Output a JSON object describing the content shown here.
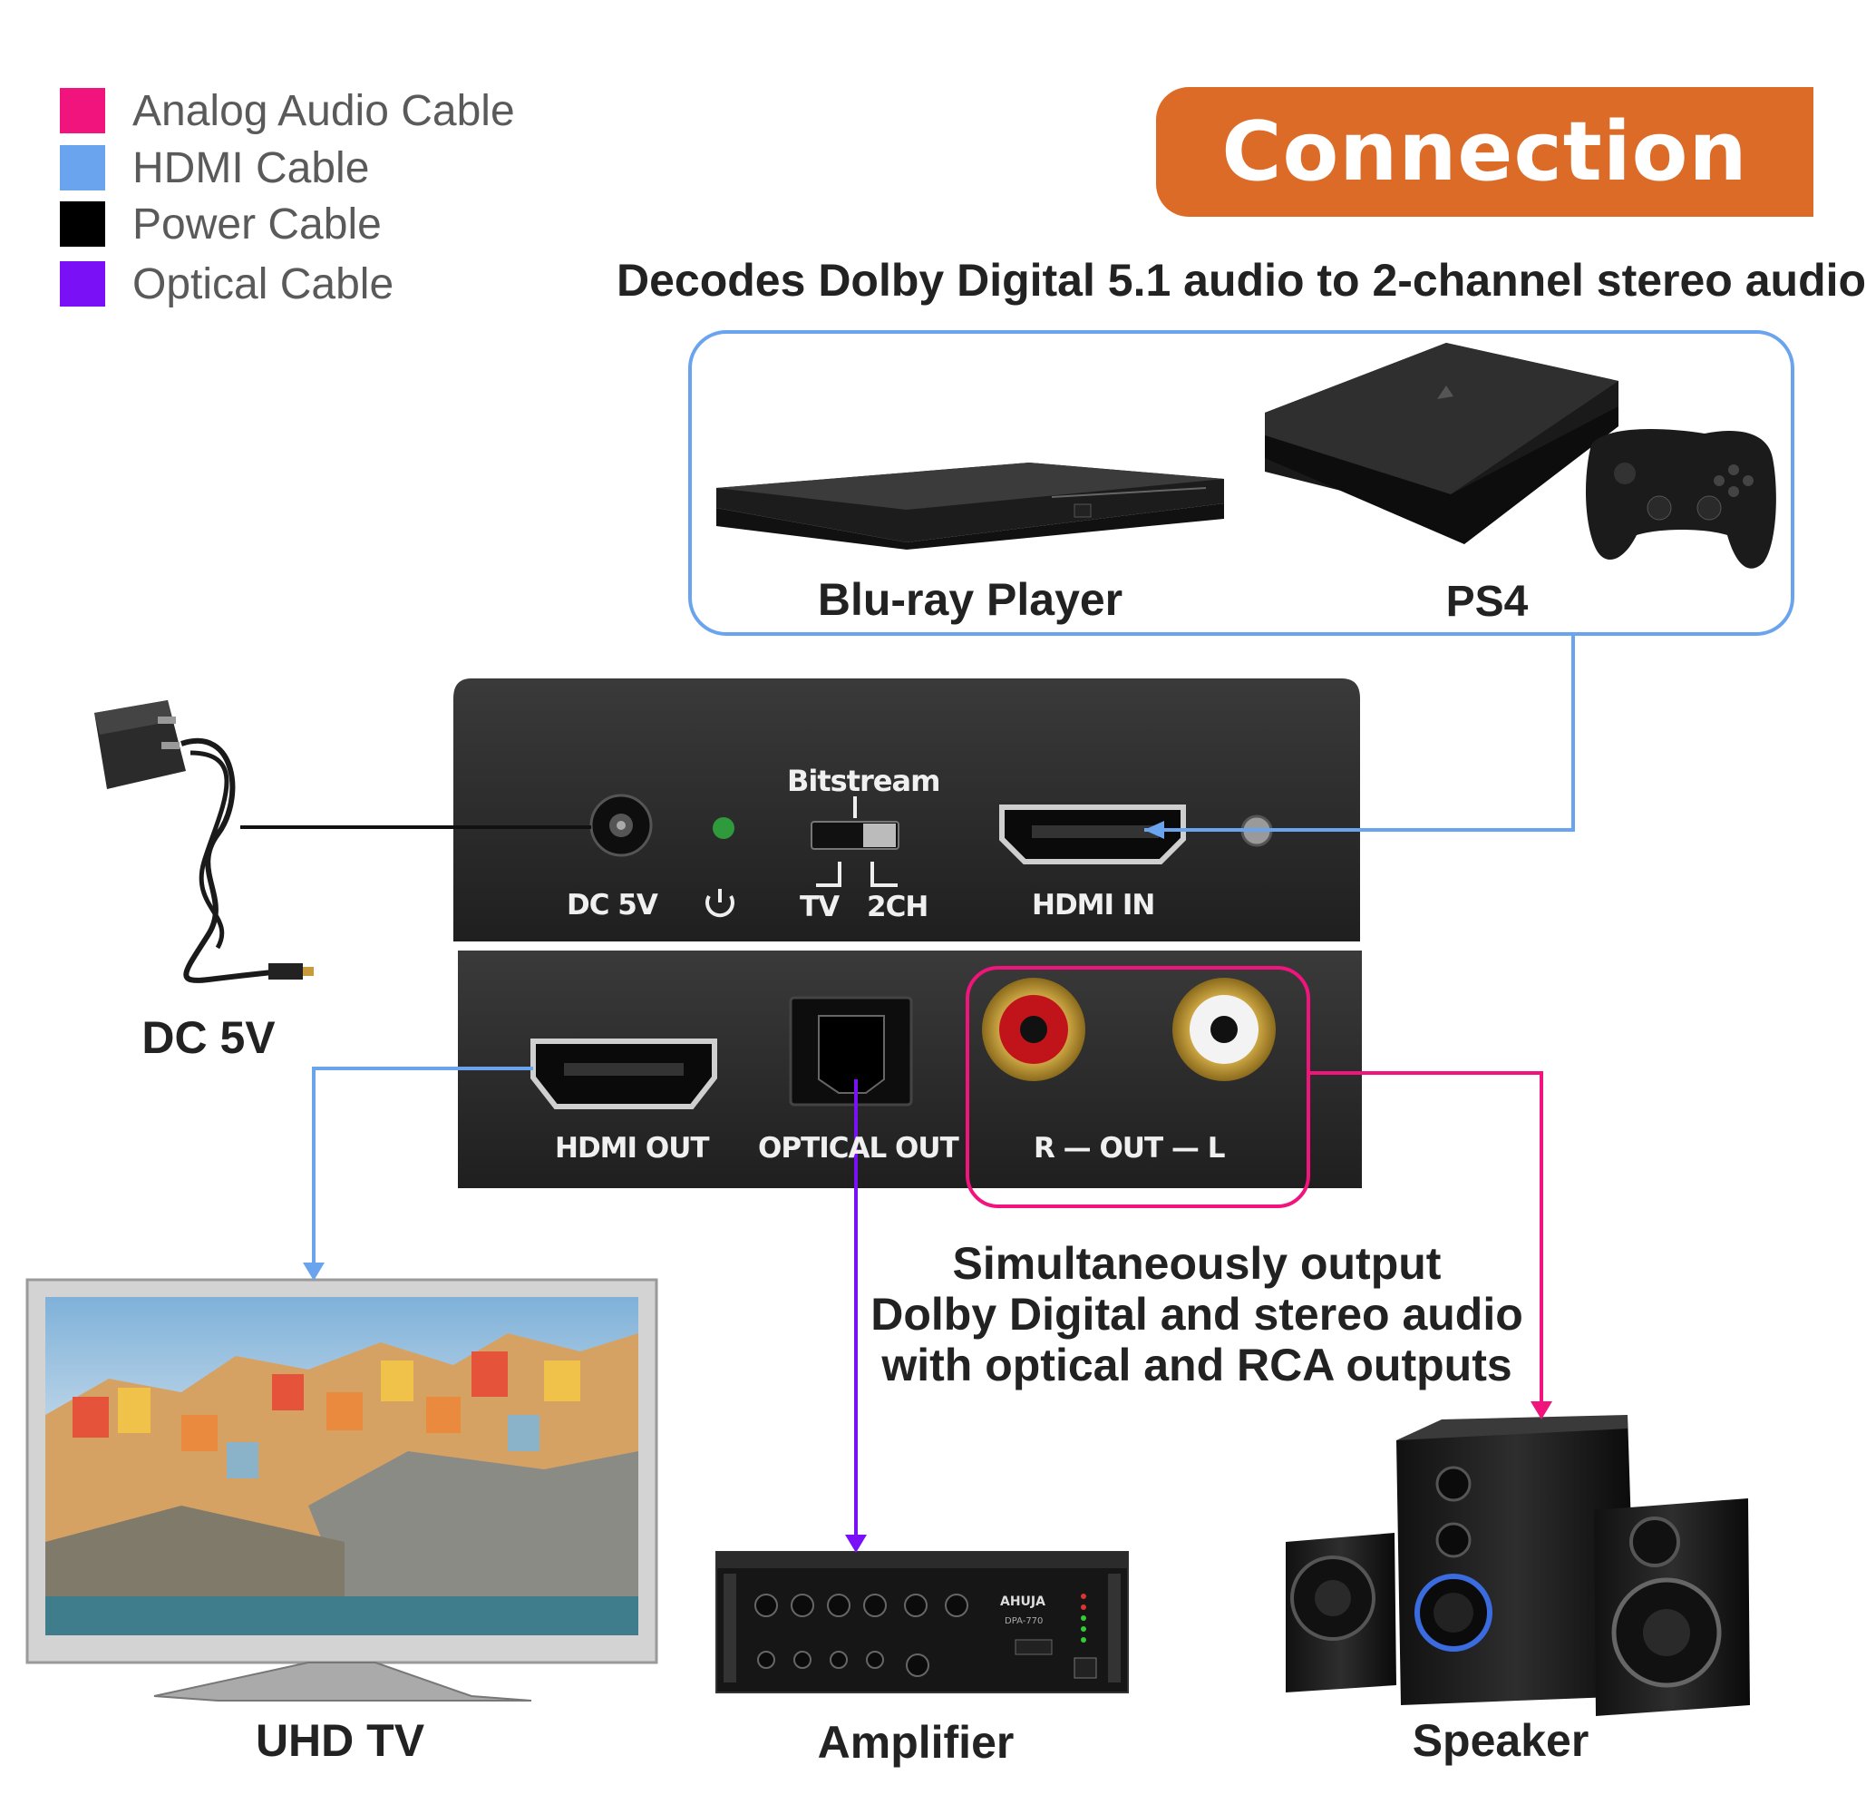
{
  "legend": [
    {
      "label": "Analog Audio Cable",
      "color": "#f0147c"
    },
    {
      "label": "HDMI Cable",
      "color": "#6aa3ee"
    },
    {
      "label": "Power Cable",
      "color": "#000000"
    },
    {
      "label": "Optical Cable",
      "color": "#7a10f5"
    }
  ],
  "banner": {
    "title": "Connection",
    "color": "#dc6b27"
  },
  "headline": "Decodes Dolby Digital 5.1 audio to 2-channel stereo audio",
  "sources": {
    "bluray": "Blu-ray Player",
    "ps4": "PS4"
  },
  "device": {
    "top_panel": {
      "dc": "DC 5V",
      "switch_title": "Bitstream",
      "switch_tv": "TV",
      "switch_2ch": "2CH",
      "hdmi_in": "HDMI IN"
    },
    "bottom_panel": {
      "hdmi_out": "HDMI OUT",
      "optical_out": "OPTICAL OUT",
      "rca_out": "R — OUT — L"
    }
  },
  "power": {
    "label": "DC 5V"
  },
  "note": {
    "line1": "Simultaneously output",
    "line2": "Dolby Digital and stereo audio",
    "line3": "with optical and RCA outputs"
  },
  "outputs": {
    "tv": "UHD TV",
    "amplifier": "Amplifier",
    "speaker": "Speaker"
  },
  "amp_brand": {
    "name": "AHUJA",
    "model": "DPA-770"
  }
}
